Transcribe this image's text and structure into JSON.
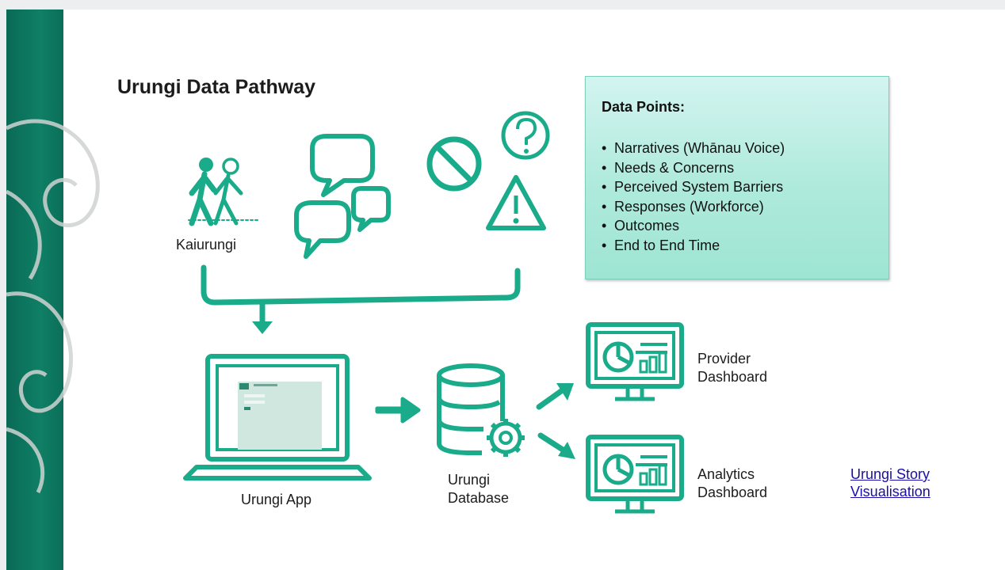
{
  "slide": {
    "title": "Urungi Data Pathway",
    "kaiurungi_label": "Kaiurungi",
    "app_label": "Urungi App",
    "database_label": [
      "Urungi",
      "Database"
    ],
    "provider_dashboard_label": [
      "Provider",
      "Dashboard"
    ],
    "analytics_dashboard_label": [
      "Analytics",
      "Dashboard"
    ]
  },
  "data_points": {
    "heading": "Data Points:",
    "items": [
      "Narratives (Whānau Voice)",
      "Needs & Concerns",
      "Perceived System Barriers",
      "Responses (Workforce)",
      "Outcomes",
      "End to End Time"
    ]
  },
  "link": {
    "lines": [
      "Urungi Story",
      "Visualisation"
    ]
  },
  "colors": {
    "accent": "#1aab8a",
    "stripe": "#0b6e58",
    "box": "#aeeadc",
    "link": "#1a0dab"
  },
  "icons": [
    "walking-people-icon",
    "speech-bubbles-icon",
    "prohibited-icon",
    "question-icon",
    "warning-icon",
    "laptop-icon",
    "database-gear-icon",
    "dashboard-monitor-icon",
    "arrow-icon"
  ]
}
